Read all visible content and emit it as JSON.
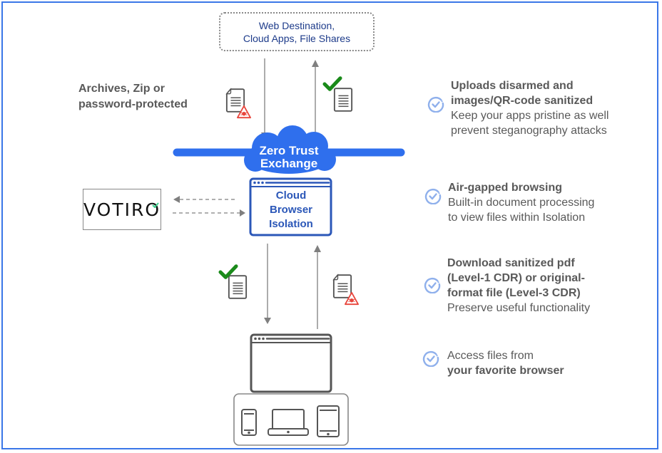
{
  "destination": {
    "line1": "Web Destination,",
    "line2": "Cloud Apps, File Shares"
  },
  "left_label": {
    "line1": "Archives, Zip or",
    "line2": "password-protected"
  },
  "zero_trust": {
    "line1": "Zero Trust",
    "line2": "Exchange"
  },
  "cloud_browser": {
    "line1": "Cloud",
    "line2": "Browser",
    "line3": "Isolation"
  },
  "partner_logo": {
    "text": "VOTIRO"
  },
  "features": [
    {
      "title_lines": [
        "Uploads disarmed and",
        "images/QR-code sanitized"
      ],
      "desc_lines": [
        "Keep your apps pristine as well",
        "prevent steganography attacks"
      ]
    },
    {
      "title_lines": [
        "Air-gapped browsing"
      ],
      "desc_lines": [
        "Built-in document processing",
        "to view files within Isolation"
      ]
    },
    {
      "title_lines": [
        "Download sanitized pdf",
        "(Level-1 CDR) or original-",
        "format file (Level-3 CDR)"
      ],
      "desc_lines": [
        "Preserve useful functionality"
      ]
    },
    {
      "desc_lines": [
        "Access files from"
      ],
      "title_lines": [
        "your favorite browser"
      ]
    }
  ],
  "colors": {
    "brand_blue": "#2f6fed",
    "frame_blue": "#3a77e8",
    "cbi_blue": "#2b57b8",
    "text_gray": "#595959",
    "check_green": "#1a8a1a",
    "alert_red": "#e8453c",
    "check_circle": "#8fb0ec"
  },
  "icons": {
    "document": "document-icon",
    "warning": "malware-warning-icon",
    "sanitized": "green-check-icon",
    "feature": "circle-check-icon"
  }
}
